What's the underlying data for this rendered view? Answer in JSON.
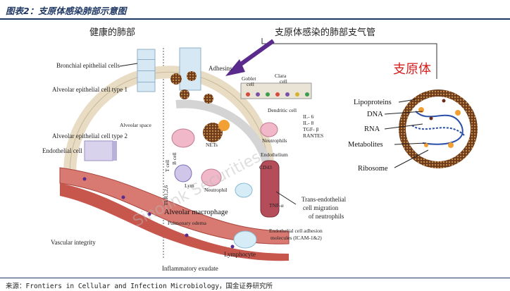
{
  "header": {
    "title": "图表2：支原体感染肺部示意图"
  },
  "footer": {
    "source": "来源：Frontiers in Cellular and Infection Microbiology，国金证券研究所"
  },
  "diagram": {
    "left_heading": "健康的肺部",
    "right_heading": "支原体感染的肺部支气管",
    "mycoplasma_label": "支原体",
    "watermark": "Sinolink Securities",
    "labels": {
      "bronchial": "Bronchial epithelial cells",
      "alv1": "Alveolar epithelial cell type 1",
      "alv_space": "Alveolar space",
      "alv2": "Alveolar epithelial cell type 2",
      "endothelial": "Endothelial cell",
      "vascular": "Vascular integrity",
      "adhesins": "Adhesins",
      "goblet1": "Goblet",
      "goblet2": "cell",
      "clara1": "Clara",
      "clara2": "cell",
      "dendritic": "Dendritic cell",
      "il6": "IL- 6",
      "il8": "IL- 8",
      "tgf": "TGF- β",
      "rantes": "RANTES",
      "neutrophils": "Neutrophils",
      "nets": "NETs",
      "endothelium": "Endothelium",
      "tcell": "T cell",
      "bcell": "B cell",
      "lym": "Lym",
      "cd43": "CD43",
      "neutrophil": "Neutrophil",
      "tlr": "TLR1,2,6",
      "macrophage": "Alveolar macrophage",
      "edema": "Pulmonary odema",
      "tnf": "TNF-α",
      "trans1": "Trans-endothelial",
      "trans2": "cell migration",
      "trans3": "of neutrophils",
      "adhesion1": "Endothelial cell adhesion",
      "adhesion2": "molecules (ICAM-1&2)",
      "lymphocyte": "Lymphocyte",
      "exudate": "Inflammatory exudate",
      "lipoproteins": "Lipoproteins",
      "dna": "DNA",
      "rna": "RNA",
      "metabolites": "Metabolites",
      "ribosome": "Ribosome"
    }
  }
}
